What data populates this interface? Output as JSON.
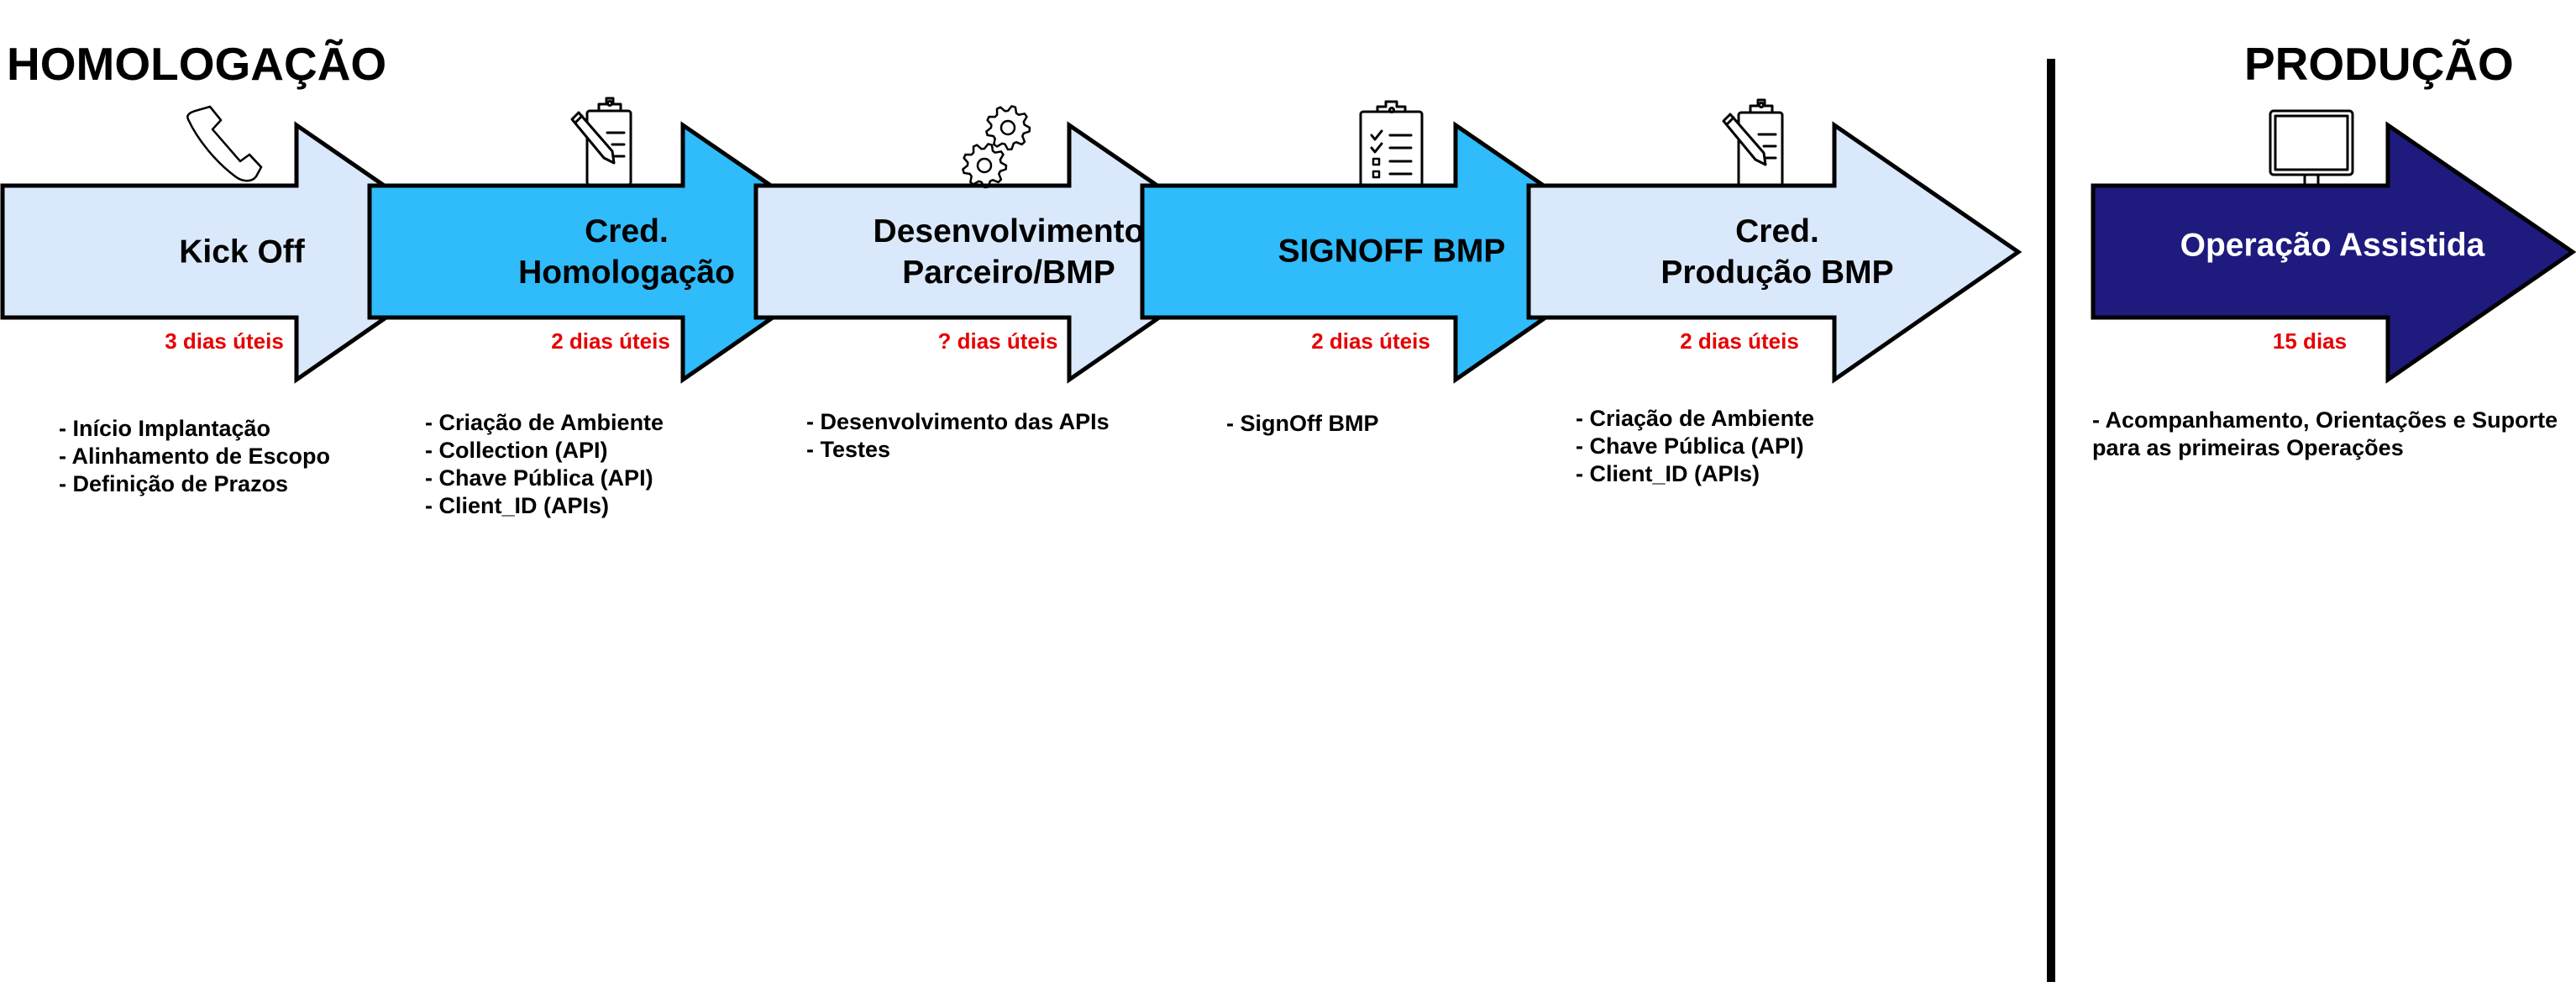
{
  "colors": {
    "light_fill": "#DAE8FC",
    "cyan_fill": "#30BBFB",
    "navy_fill": "#1E1A7E",
    "outline": "#000000",
    "duration_text": "#E60000",
    "dark_text": "#000000",
    "light_text": "#FFFFFF"
  },
  "sections": {
    "homologacao": "HOMOLOGAÇÃO",
    "producao": "PRODUÇÃO"
  },
  "steps": [
    {
      "id": "kickoff",
      "label_lines": [
        "Kick Off"
      ],
      "duration": "3 dias úteis",
      "fill": "light",
      "icon": "phone-icon",
      "tasks": [
        "- Início Implantação",
        "- Alinhamento de Escopo",
        "- Definição de Prazos"
      ]
    },
    {
      "id": "cred-homologacao",
      "label_lines": [
        "Cred.",
        "Homologação"
      ],
      "duration": "2 dias úteis",
      "fill": "cyan",
      "icon": "clipboard-pencil-icon",
      "tasks": [
        "- Criação de Ambiente",
        "- Collection (API)",
        "- Chave Pública (API)",
        "- Client_ID (APIs)"
      ]
    },
    {
      "id": "desenvolvimento",
      "label_lines": [
        "Desenvolvimento",
        "Parceiro/BMP"
      ],
      "duration": "? dias úteis",
      "fill": "light",
      "icon": "gears-icon",
      "tasks": [
        "- Desenvolvimento das APIs",
        "- Testes"
      ]
    },
    {
      "id": "signoff",
      "label_lines": [
        "SIGNOFF BMP"
      ],
      "duration": "2 dias úteis",
      "fill": "cyan",
      "icon": "checklist-icon",
      "tasks": [
        "- SignOff BMP"
      ]
    },
    {
      "id": "cred-producao",
      "label_lines": [
        "Cred.",
        "Produção BMP"
      ],
      "duration": "2 dias úteis",
      "fill": "light",
      "icon": "clipboard-pencil-icon",
      "tasks": [
        "- Criação de Ambiente",
        "- Chave Pública (API)",
        "- Client_ID (APIs)"
      ]
    },
    {
      "id": "operacao-assistida",
      "label_lines": [
        "Operação Assistida"
      ],
      "duration": "15 dias",
      "fill": "navy",
      "icon": "monitor-icon",
      "tasks": [
        "- Acompanhamento, Orientações e Suporte",
        "para as primeiras Operações"
      ]
    }
  ]
}
